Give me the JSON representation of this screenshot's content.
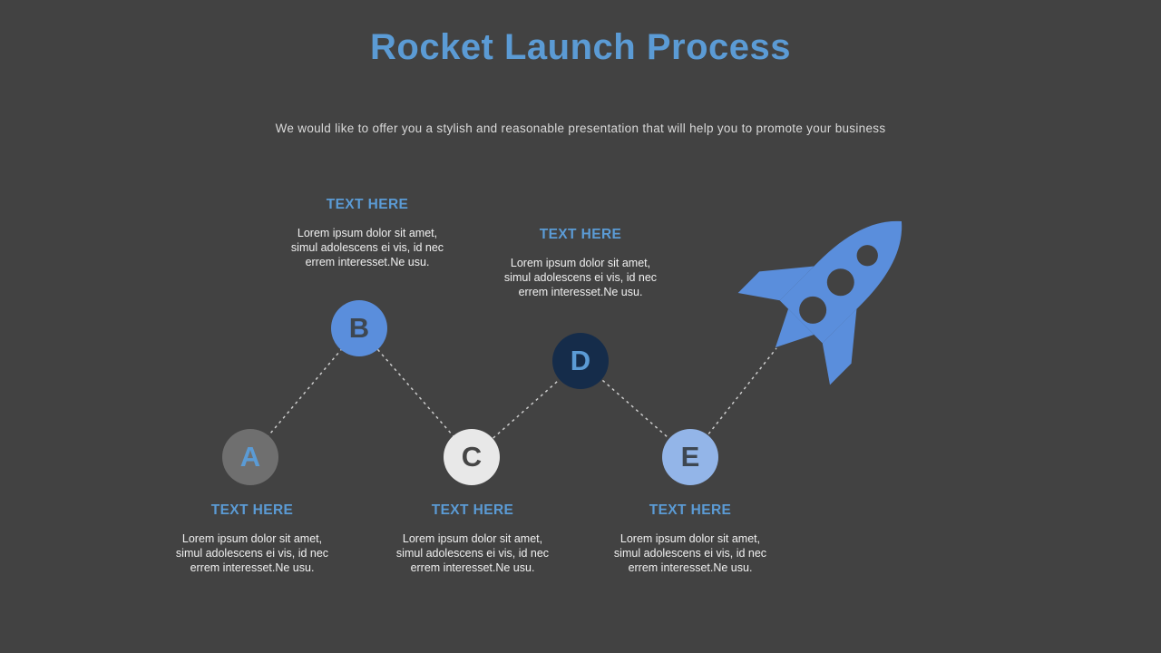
{
  "slide": {
    "title": "Rocket Launch Process",
    "subtitle": "We would like to offer you a stylish and reasonable presentation that will help you to promote your business"
  },
  "colors": {
    "background": "#424242",
    "accent_blue": "#5B9BD5",
    "node_a_fill": "#6F6F6F",
    "node_b_fill": "#5A8EDC",
    "node_c_fill": "#E8E8E8",
    "node_d_fill": "#152C4A",
    "node_e_fill": "#93B5E8",
    "rocket_fill": "#5A8EDC",
    "connector_line": "#CCCCCC",
    "body_text": "#F0F0F0",
    "subtitle_text": "#D9D9D9"
  },
  "nodes": [
    {
      "letter": "A",
      "heading": "TEXT HERE",
      "body_lines": [
        "Lorem ipsum dolor sit amet,",
        "simul adolescens ei vis, id nec",
        "errem interesset.Ne usu."
      ]
    },
    {
      "letter": "B",
      "heading": "TEXT HERE",
      "body_lines": [
        "Lorem ipsum dolor sit amet,",
        "simul adolescens ei vis, id nec",
        "errem interesset.Ne usu."
      ]
    },
    {
      "letter": "C",
      "heading": "TEXT HERE",
      "body_lines": [
        "Lorem ipsum dolor sit amet,",
        "simul adolescens ei vis, id nec",
        "errem interesset.Ne usu."
      ]
    },
    {
      "letter": "D",
      "heading": "TEXT HERE",
      "body_lines": [
        "Lorem ipsum dolor sit amet,",
        "simul adolescens ei vis, id nec",
        "errem interesset.Ne usu."
      ]
    },
    {
      "letter": "E",
      "heading": "TEXT HERE",
      "body_lines": [
        "Lorem ipsum dolor sit amet,",
        "simul adolescens ei vis, id nec",
        "errem interesset.Ne usu."
      ]
    }
  ]
}
